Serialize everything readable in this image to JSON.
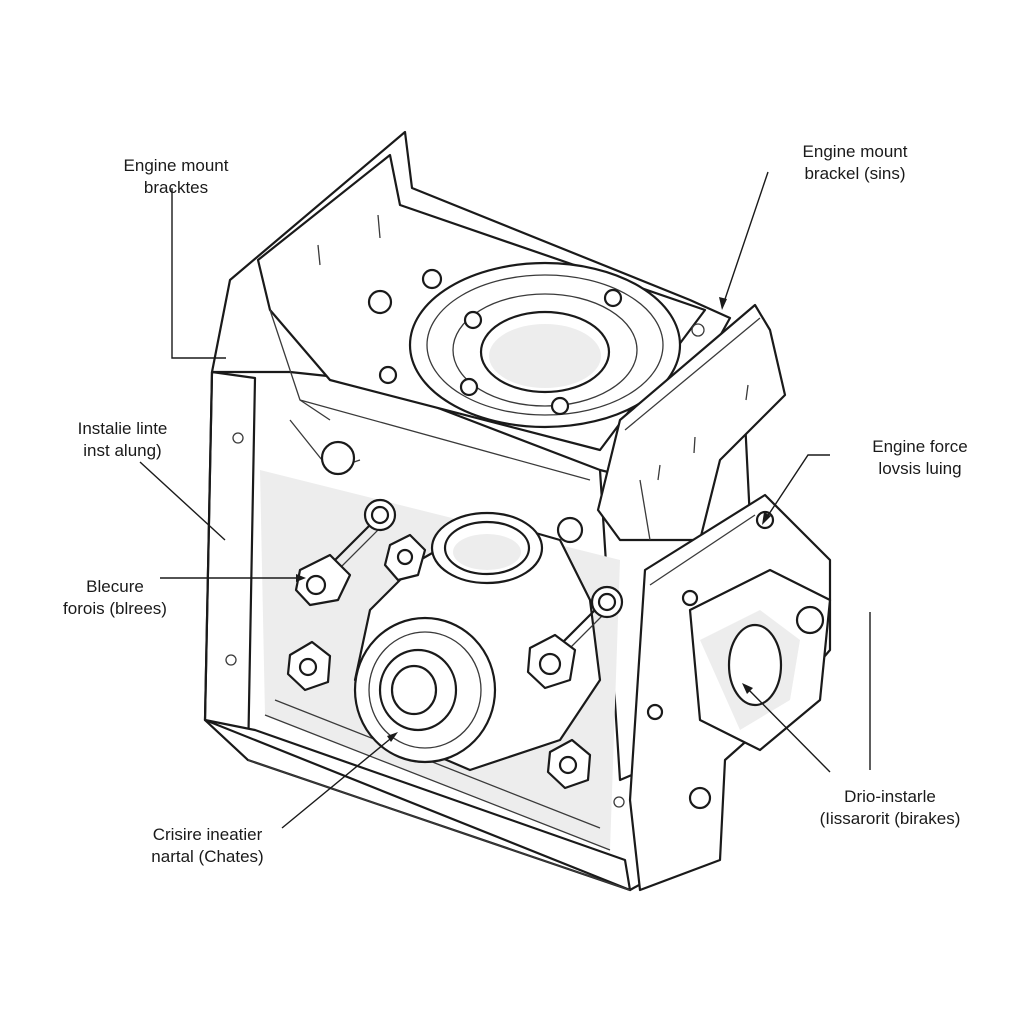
{
  "callouts": {
    "top_left": {
      "line1": "Engine mount",
      "line2": "bracktes"
    },
    "top_right": {
      "line1": "Engine mount",
      "line2": "brackel (sins)"
    },
    "mid_left": {
      "line1": "Instalie linte",
      "line2": "inst alung)"
    },
    "mid_right": {
      "line1": "Engine force",
      "line2": "lovsis luing"
    },
    "left_lower": {
      "line1": "Blecure",
      "line2": "forois (blrees)"
    },
    "bottom_right": {
      "line1": "Drio-instarle",
      "line2": "(Iissarorit (birakes)"
    },
    "bottom_left": {
      "line1": "Crisire ineatier",
      "line2": "nartal (Chates)"
    }
  }
}
